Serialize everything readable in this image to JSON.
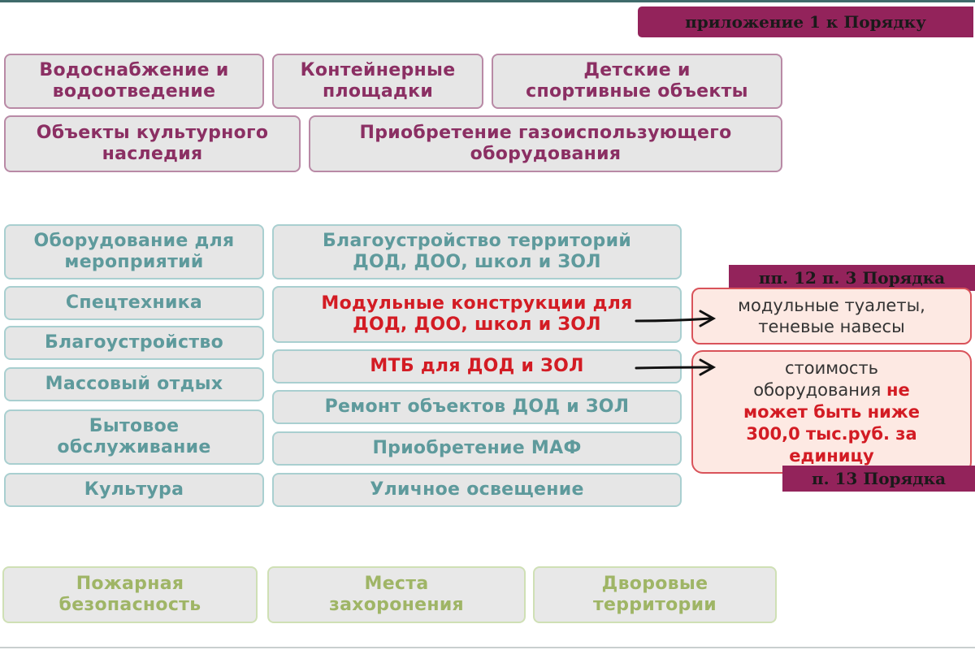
{
  "colors": {
    "purple_text": "#8b2f63",
    "teal_text": "#5e9a9c",
    "olive_text": "#9fb566",
    "red_text": "#d31c24",
    "tag_bg": "#93235b",
    "note_bg": "#fde9e3",
    "box_bg": "#e6e6e6"
  },
  "tags": {
    "appendix": "приложение 1 к Порядку",
    "pp12": "пп. 12 п. 3 Порядка",
    "p13": "п. 13 Порядка"
  },
  "purple_group": [
    "Водоснабжение и\nводоотведение",
    "Контейнерные\nплощадки",
    "Детские и\nспортивные объекты",
    "Объекты культурного\nнаследия",
    "Приобретение газоиспользующего\nоборудования"
  ],
  "teal_left": [
    "Оборудование для\nмероприятий",
    "Спецтехника",
    "Благоустройство",
    "Массовый отдых",
    "Бытовое\nобслуживание",
    "Культура"
  ],
  "teal_right": [
    "Благоустройство территорий\nДОД, ДОО, школ и ЗОЛ",
    "Модульные конструкции для\nДОД, ДОО, школ и ЗОЛ",
    "МТБ для ДОД и ЗОЛ",
    "Ремонт объектов ДОД и ЗОЛ",
    "Приобретение МАФ",
    "Уличное освещение"
  ],
  "notes": {
    "modular": "модульные туалеты,\nтеневые навесы",
    "cost_plain": "стоимость\nоборудования",
    "cost_bold": "не\nможет быть ниже\n300,0 тыс.руб. за\nединицу"
  },
  "olive_group": [
    "Пожарная\nбезопасность",
    "Места\nзахоронения",
    "Дворовые\nтерритории"
  ]
}
